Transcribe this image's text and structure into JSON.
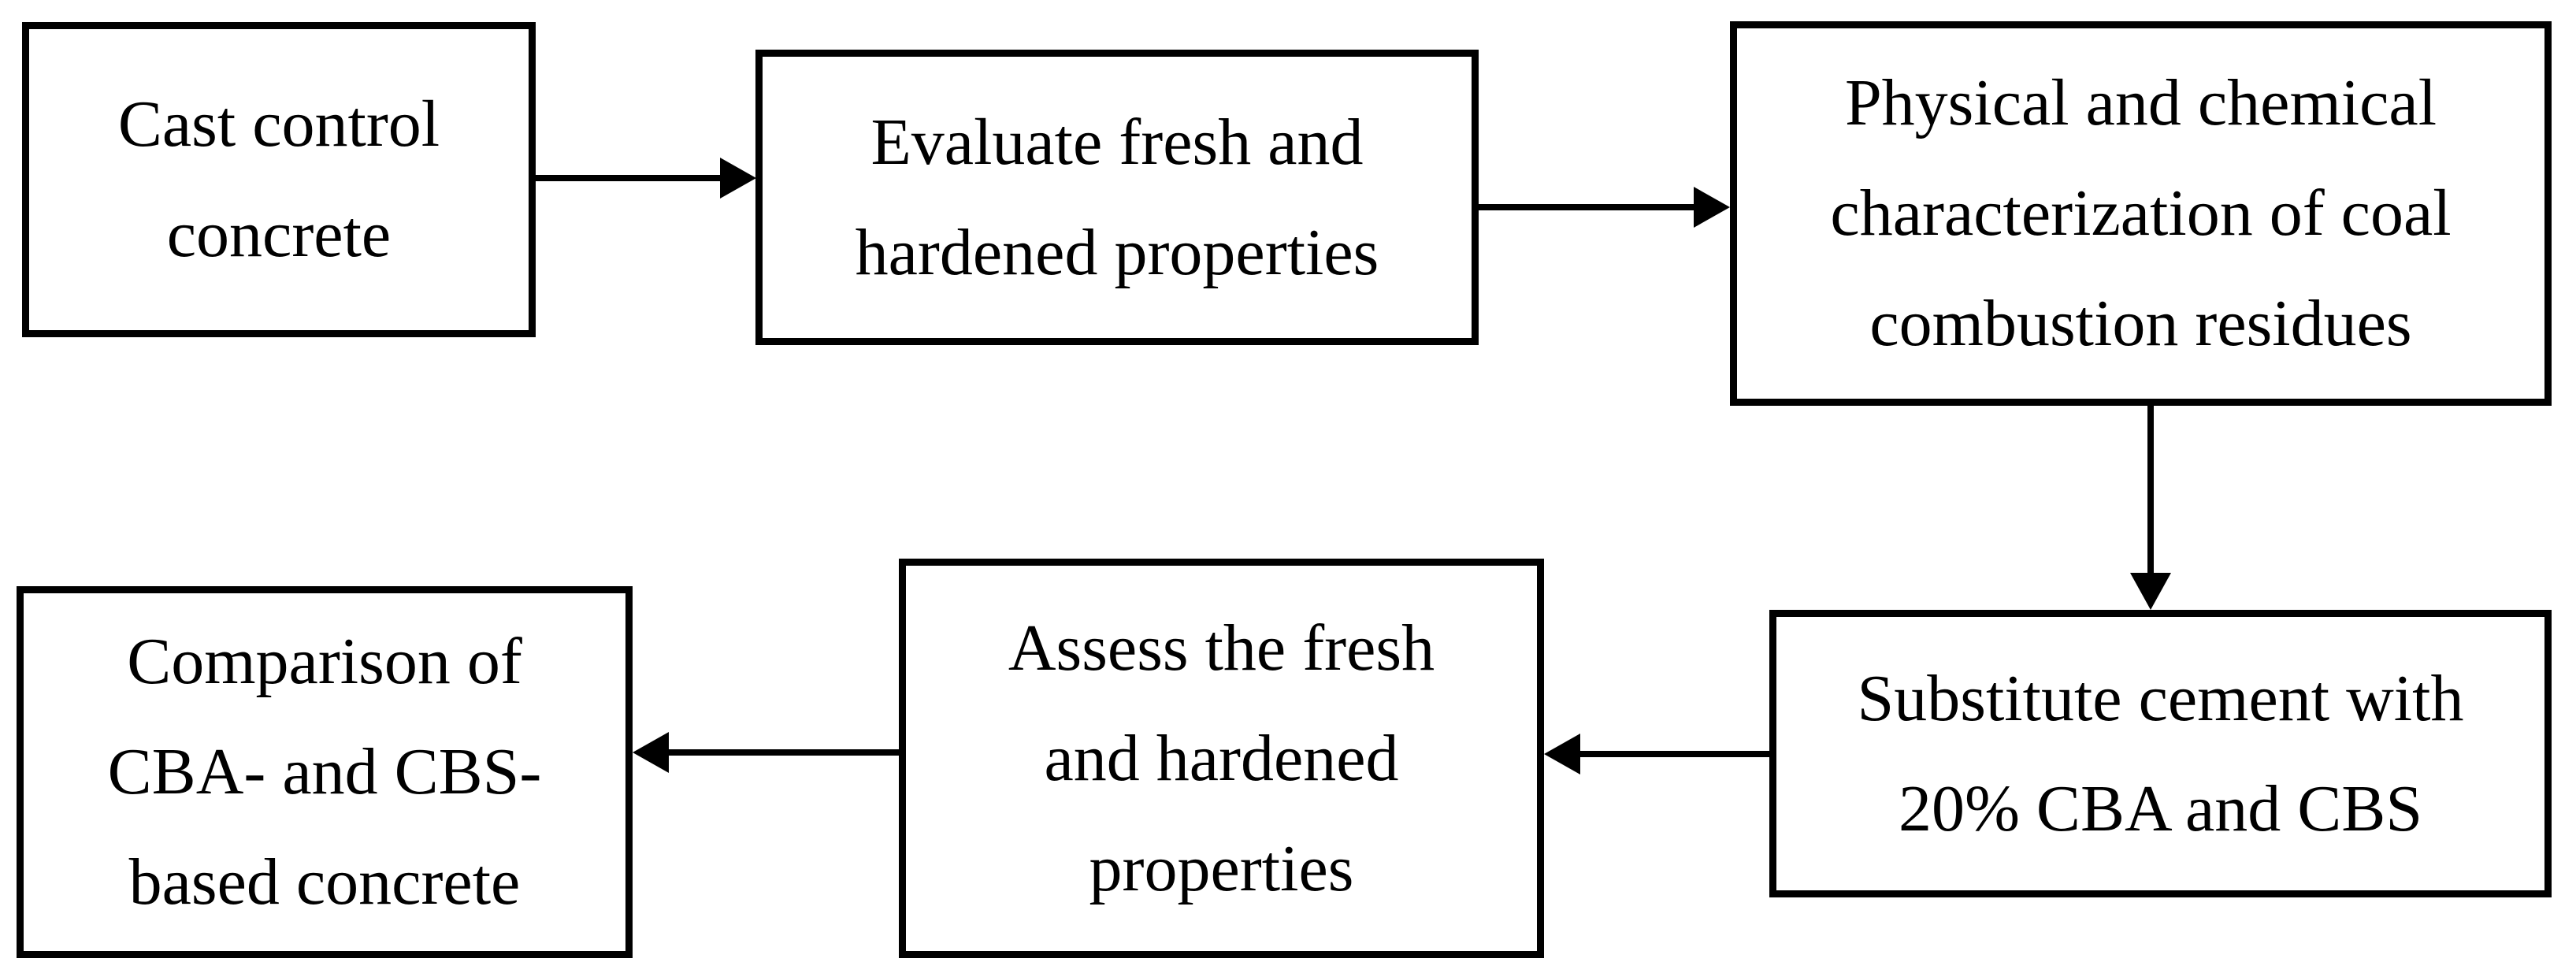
{
  "figure": {
    "type": "flowchart",
    "background_color": "#ffffff",
    "box_border_color": "#000000",
    "arrow_color": "#000000",
    "text_color": "#000000"
  },
  "nodes": [
    {
      "id": "cast-control",
      "label": "Cast control concrete",
      "lines": [
        "Cast control",
        "concrete"
      ]
    },
    {
      "id": "evaluate-properties",
      "label": "Evaluate fresh and hardened properties",
      "lines": [
        "Evaluate fresh and",
        "hardened properties"
      ]
    },
    {
      "id": "characterization",
      "label": "Physical and chemical characterization of coal combustion residues",
      "lines": [
        "Physical and chemical",
        "characterization of coal",
        "combustion residues"
      ]
    },
    {
      "id": "substitute-cement",
      "label": "Substitute cement with 20% CBA and CBS",
      "lines": [
        "Substitute cement with",
        "20% CBA and CBS"
      ]
    },
    {
      "id": "assess-properties",
      "label": "Assess the fresh and hardened properties",
      "lines": [
        "Assess the fresh",
        "and hardened",
        "properties"
      ]
    },
    {
      "id": "comparison",
      "label": "Comparison of CBA- and CBS-based concrete",
      "lines": [
        "Comparison of",
        "CBA- and CBS-",
        "based concrete"
      ]
    }
  ],
  "edges": [
    {
      "from": "cast-control",
      "to": "evaluate-properties",
      "direction": "right"
    },
    {
      "from": "evaluate-properties",
      "to": "characterization",
      "direction": "right"
    },
    {
      "from": "characterization",
      "to": "substitute-cement",
      "direction": "down"
    },
    {
      "from": "substitute-cement",
      "to": "assess-properties",
      "direction": "left"
    },
    {
      "from": "assess-properties",
      "to": "comparison",
      "direction": "left"
    }
  ]
}
